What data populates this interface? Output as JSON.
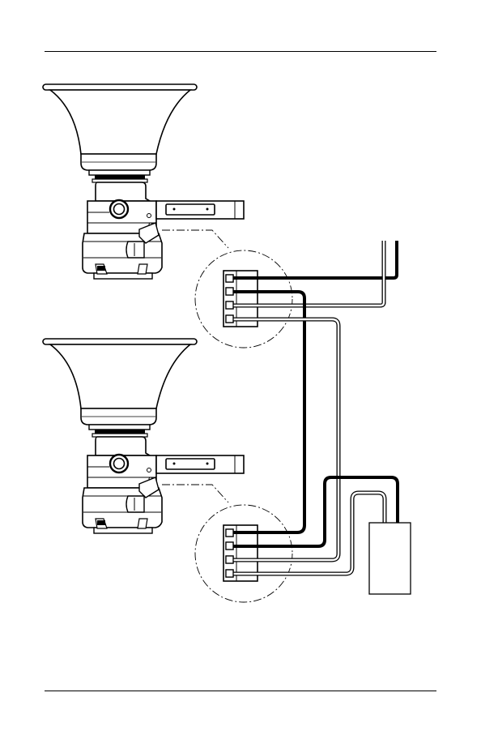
{
  "page": {
    "header_rule": "",
    "footer_rule": ""
  },
  "diagram": {
    "colors": {
      "line": "#000000",
      "paper": "#ffffff",
      "shade": "#e6e6e6"
    },
    "units": [
      {
        "name": "horn-speaker-upper",
        "terminal_count": 4
      },
      {
        "name": "horn-speaker-lower",
        "terminal_count": 4
      }
    ],
    "devices": [
      {
        "name": "end-of-line-device"
      }
    ]
  }
}
